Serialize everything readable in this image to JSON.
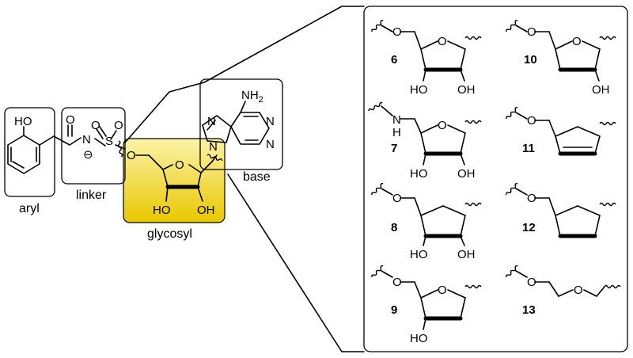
{
  "labels": {
    "aryl": "aryl",
    "linker": "linker",
    "glycosyl": "glycosyl",
    "base": "base"
  },
  "atoms": {
    "HO": "HO",
    "OH": "OH",
    "O": "O",
    "N": "N",
    "S": "S",
    "NH2": "NH",
    "NH2_sub": "2",
    "H": "H",
    "minus": "⊖"
  },
  "compounds": [
    "6",
    "7",
    "8",
    "9",
    "10",
    "11",
    "12",
    "13"
  ],
  "colors": {
    "glycosyl_highlight_top": "#fbf3a8",
    "glycosyl_highlight_bottom": "#e9c800",
    "stroke": "#000000"
  }
}
